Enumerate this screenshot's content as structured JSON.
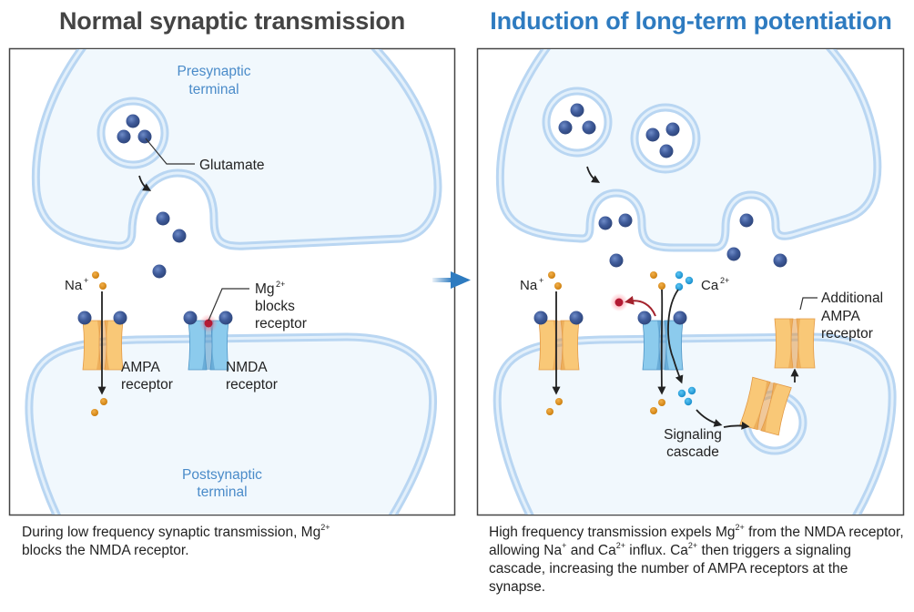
{
  "colors": {
    "membrane_stroke": "#b9d6f2",
    "cytoplasm_fill": "#f1f8fd",
    "glutamate": "#3f5b9a",
    "sodium": "#d9880f",
    "calcium": "#1a9fdc",
    "magnesium": "#b31b34",
    "ampa": "#f7c36e",
    "nmda": "#7ec3e8",
    "title_left": "#444444",
    "title_right": "#2e7bc0",
    "transition_arrow": "#2e7bc0"
  },
  "left_panel": {
    "title": "Normal synaptic transmission",
    "labels": {
      "presynaptic_line1": "Presynaptic",
      "presynaptic_line2": "terminal",
      "glutamate": "Glutamate",
      "sodium": "Na",
      "sodium_charge": "+",
      "mg_line1": "Mg",
      "mg_charge": "2+",
      "mg_line2": "blocks",
      "mg_line3": "receptor",
      "ampa_line1": "AMPA",
      "ampa_line2": "receptor",
      "nmda_line1": "NMDA",
      "nmda_line2": "receptor",
      "postsynaptic_line1": "Postsynaptic",
      "postsynaptic_line2": "terminal"
    },
    "caption": {
      "part1": "During low frequency synaptic transmission, Mg",
      "sup1": "2+",
      "part2": " blocks the NMDA receptor."
    }
  },
  "right_panel": {
    "title": "Induction of long-term potentiation",
    "labels": {
      "sodium": "Na",
      "sodium_charge": "+",
      "calcium": "Ca",
      "calcium_charge": "2+",
      "signaling_line1": "Signaling",
      "signaling_line2": "cascade",
      "additional_line1": "Additional",
      "additional_line2": "AMPA",
      "additional_line3": "receptor"
    },
    "caption": {
      "p1": "High frequency transmission expels Mg",
      "s1": "2+",
      "p2": " from the NMDA receptor, allowing Na",
      "s2": "+",
      "p3": " and Ca",
      "s3": "2+",
      "p4": " influx. Ca",
      "s4": "2+",
      "p5": " then triggers a signaling cascade, increasing the number of AMPA receptors at the synapse."
    }
  },
  "transition_icon": "arrow-right-icon"
}
